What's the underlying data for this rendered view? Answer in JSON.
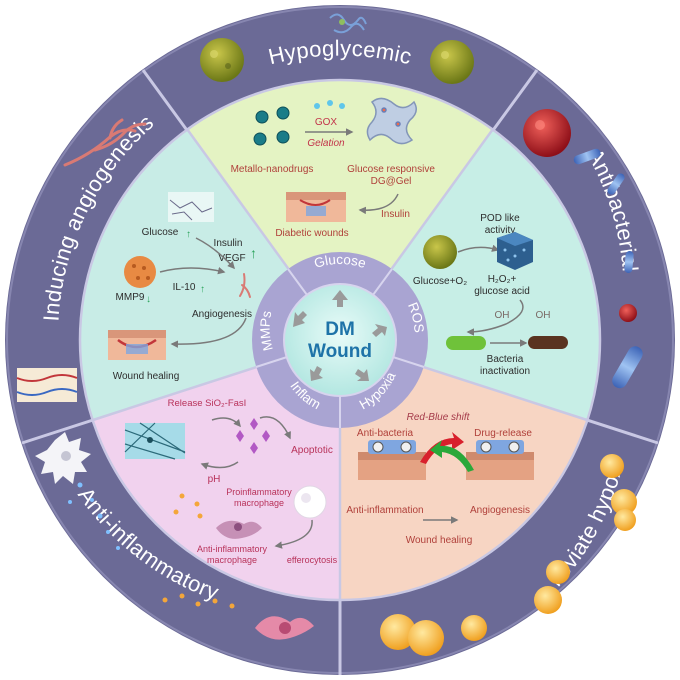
{
  "center": {
    "line1": "DM",
    "line2": "Wound"
  },
  "inner_ring": {
    "glucose": "Glucose",
    "ros": "ROS",
    "hypoxia": "Hypoxia",
    "inflam": "Inflam",
    "mmps": "MMPs"
  },
  "outer_ring": {
    "hypoglycemic": "Hypoglycemic",
    "antibacterial": "Antibacterial",
    "alleviate_hypoxia": "Alleviate hypoxia",
    "anti_inflammatory": "Anti-inflammatory",
    "inducing_angiogenesis": "Inducing angiogenesis"
  },
  "panels": {
    "hypoglycemic": {
      "gox": "GOX",
      "gelation": "Gelation",
      "metallo": "Metallo-nanodrugs",
      "glucose_responsive_1": "Glucose responsive",
      "glucose_responsive_2": "DG@Gel",
      "insulin": "Insulin",
      "diabetic_wounds": "Diabetic wounds"
    },
    "antibacterial": {
      "pod_1": "POD like",
      "pod_2": "activity",
      "glucose_o2": "Glucose+O₂",
      "h2o2_1": "H₂O₂+",
      "h2o2_2": "glucose acid",
      "oh_1": "OH",
      "oh_2": "OH",
      "bacteria_1": "Bacteria",
      "bacteria_2": "inactivation"
    },
    "hypoxia": {
      "shift": "Red-Blue shift",
      "anti_bacteria": "Anti-bacteria",
      "drug_release": "Drug-release",
      "anti_inflammation": "Anti-inflammation",
      "angiogenesis": "Angiogenesis",
      "wound_healing": "Wound healing"
    },
    "inflammatory": {
      "release": "Release SiO₂-FasI",
      "ph": "pH",
      "apoptotic": "Apoptotic",
      "proinflammatory_1": "Proinflammatory",
      "proinflammatory_2": "macrophage",
      "anti_inflammatory_1": "Anti-inflammatory",
      "anti_inflammatory_2": "macrophage",
      "efferocytosis": "efferocytosis"
    },
    "angiogenesis": {
      "glucose": "Glucose",
      "insulin": "Insulin",
      "vegf": "VEGF",
      "il10": "IL-10",
      "mmp9": "MMP9",
      "angiogenesis": "Angiogenesis",
      "wound_healing": "Wound healing"
    }
  },
  "colors": {
    "outer_ring": "#6b6a96",
    "panel_hypoglycemic": "#e4f3c3",
    "panel_antibacterial": "#c7eee6",
    "panel_hypoxia": "#f7d5c3",
    "panel_inflammatory": "#f1d2ee",
    "panel_angiogenesis": "#c8ece6",
    "inner_ring": "#a9a4d2",
    "center": "#c6f0ec",
    "center_text": "#1e73a8"
  }
}
